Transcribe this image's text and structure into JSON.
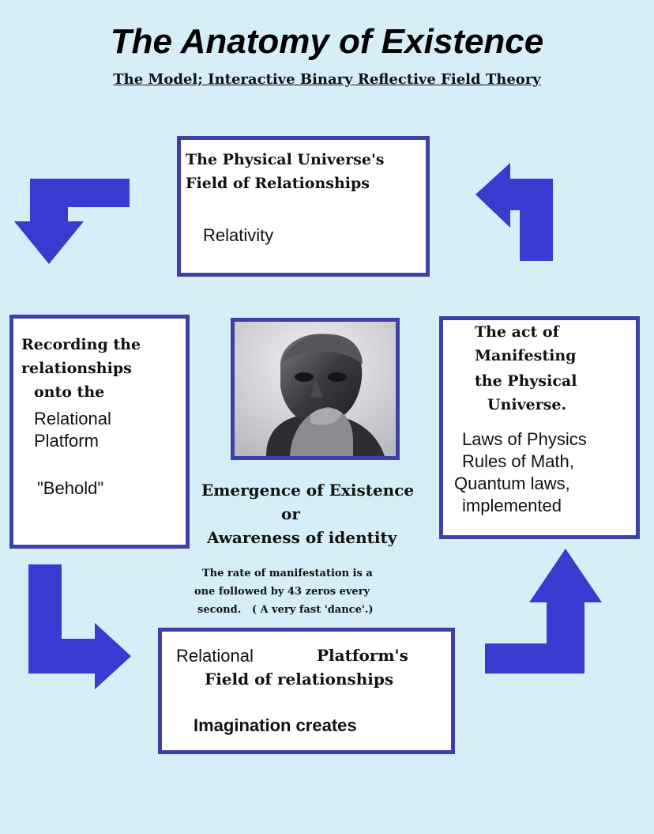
{
  "title": "The Anatomy of Existence",
  "subtitle": "The Model; Interactive Binary Reflective Field Theory",
  "top_box": {
    "heading_line1": "The Physical Universe's",
    "heading_line2": "Field of Relationships",
    "body": "Relativity"
  },
  "left_box": {
    "line1": "Recording the",
    "line2": "relationships",
    "line3": "onto the",
    "line4": "Relational",
    "line5": "Platform",
    "quote": "\"Behold\""
  },
  "right_box": {
    "heading_line1": "The act of",
    "heading_line2": "Manifesting",
    "heading_line3": "the Physical",
    "heading_line4": "Universe.",
    "body_line1": "Laws of Physics",
    "body_line2": "Rules of Math,",
    "body_line3": "Quantum laws,",
    "body_line4": "implemented"
  },
  "center": {
    "line1": "Emergence of Existence",
    "line2": "or",
    "line3": "Awareness of identity",
    "note_line1": "The rate of manifestation is a",
    "note_line2": "one followed by 43 zeros every",
    "note_line3": "second.   ( A very fast 'dance'.)"
  },
  "bottom_box": {
    "line1a": "Relational",
    "line1b": "Platform's",
    "line2": "Field of relationships",
    "line3": "Imagination creates"
  },
  "colors": {
    "background": "#d6eef8",
    "box_border": "#3f3fa8",
    "arrow": "#3a3ad0"
  }
}
